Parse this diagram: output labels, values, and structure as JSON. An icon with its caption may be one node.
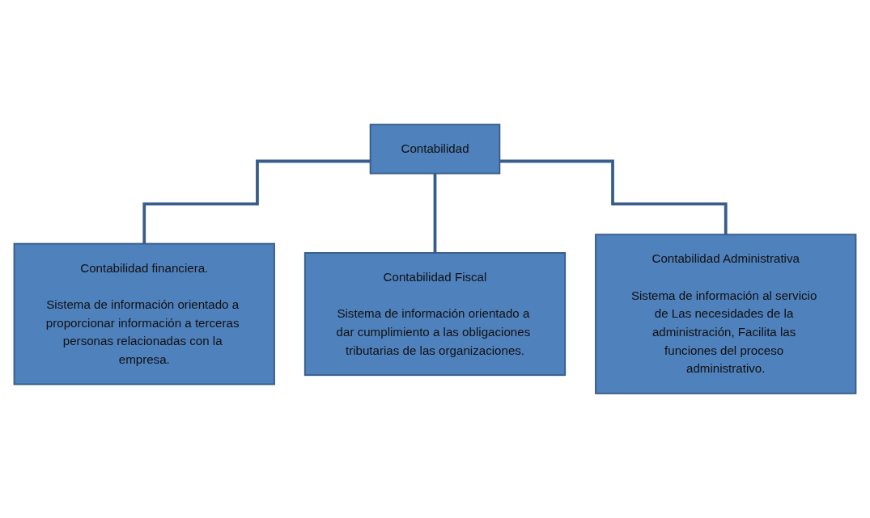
{
  "diagram": {
    "nodes": [
      {
        "text": [
          "Contabilidad"
        ]
      },
      {
        "text": [
          "Contabilidad financiera.",
          "Sistema de información orientado a proporcionar información a terceras personas relacionadas con la empresa."
        ]
      },
      {
        "text": [
          "Contabilidad Fiscal",
          "Sistema de información orientado a dar cumplimiento a las obligaciones tributarias de las organizaciones."
        ]
      },
      {
        "text": [
          "Contabilidad Administrativa",
          "Sistema de información al servicio de Las necesidades de la administración, Facilita las funciones del proceso administrativo."
        ]
      }
    ],
    "edges": [
      {
        "from": 0,
        "to": 1,
        "arrow": "none"
      },
      {
        "from": 0,
        "to": 2,
        "arrow": "none"
      },
      {
        "from": 0,
        "to": 3,
        "arrow": "none"
      }
    ]
  }
}
